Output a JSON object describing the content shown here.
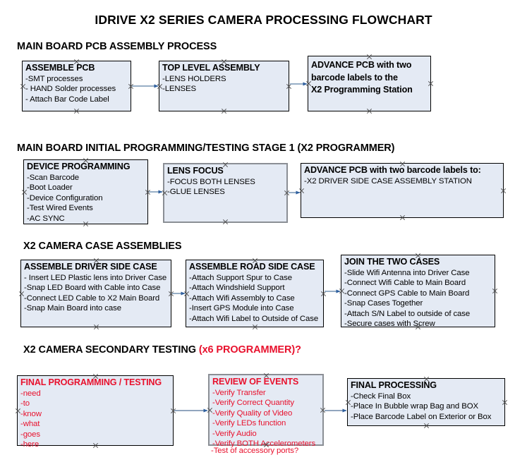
{
  "document": {
    "title": "IDRIVE X2  SERIES CAMERA PROCESSING FLOWCHART"
  },
  "colors": {
    "box_fill": "#e4eaf4",
    "box_border": "#000000",
    "box_border_gray": "#8b8f95",
    "accent_red": "#e8112d",
    "arrow_line": "#97aec6",
    "arrow_head": "#2e5f9e"
  },
  "sections": [
    {
      "id": "main-board-pcb-assembly",
      "header": "MAIN BOARD PCB ASSEMBLY PROCESS",
      "header_accent": "",
      "boxes": [
        {
          "id": "assemble-pcb",
          "title": "ASSEMBLE PCB",
          "title_lines": [
            "ASSEMBLE PCB"
          ],
          "lines": [
            "-SMT processes",
            "- HAND Solder processes",
            "- Attach Bar Code Label"
          ]
        },
        {
          "id": "top-level-assembly",
          "title": "TOP LEVEL ASSEMBLY",
          "title_lines": [
            "TOP LEVEL ASSEMBLY"
          ],
          "lines": [
            "-LENS HOLDERS",
            "-LENSES"
          ]
        },
        {
          "id": "advance-pcb-to-programming-station",
          "title": "ADVANCE PCB with two barcode labels to the X2 Programming Station",
          "title_lines": [
            "ADVANCE PCB with two",
            "barcode labels to the",
            " X2 Programming Station"
          ],
          "lines": []
        }
      ]
    },
    {
      "id": "main-board-initial-programming",
      "header": "MAIN BOARD INITIAL PROGRAMMING/TESTING STAGE 1 (X2 PROGRAMMER)",
      "header_accent": "",
      "boxes": [
        {
          "id": "device-programming",
          "title": "DEVICE PROGRAMMING",
          "title_lines": [
            "DEVICE PROGRAMMING"
          ],
          "lines": [
            "-Scan Barcode",
            "-Boot Loader",
            "-Device Configuration",
            "-Test Wired Events",
            "-AC SYNC"
          ]
        },
        {
          "id": "lens-focus",
          "title": "LENS FOCUS",
          "title_lines": [
            "LENS FOCUS"
          ],
          "lines": [
            "-FOCUS BOTH LENSES",
            "-GLUE LENSES"
          ]
        },
        {
          "id": "advance-pcb-to-driver-side-case",
          "title": "ADVANCE PCB with two barcode labels to:",
          "title_lines": [
            "ADVANCE PCB with two barcode labels to:"
          ],
          "lines": [
            "-X2 DRIVER  SIDE  CASE  ASSEMBLY STATION"
          ]
        }
      ]
    },
    {
      "id": "x2-camera-case-assemblies",
      "header": "X2 CAMERA CASE ASSEMBLIES",
      "header_accent": "",
      "boxes": [
        {
          "id": "assemble-driver-side-case",
          "title": "ASSEMBLE DRIVER SIDE CASE",
          "title_lines": [
            "ASSEMBLE DRIVER SIDE CASE"
          ],
          "lines": [
            "- Insert LED Plastic lens into Driver Case",
            "-Snap LED Board with Cable into Case",
            "-Connect LED Cable to X2 Main Board",
            "-Snap Main Board into case"
          ]
        },
        {
          "id": "assemble-road-side-case",
          "title": "ASSEMBLE ROAD SIDE CASE",
          "title_lines": [
            "ASSEMBLE ROAD SIDE CASE"
          ],
          "lines": [
            "-Attach Support Spur to Case",
            "-Attach Windshield Support",
            "-Attach Wifi Assembly to Case",
            "-Insert GPS Module into Case",
            "-Attach Wifi Label to Outside of Case"
          ]
        },
        {
          "id": "join-the-two-cases",
          "title": "JOIN THE TWO CASES",
          "title_lines": [
            "JOIN THE TWO CASES"
          ],
          "lines": [
            "-Slide Wifi Antenna into Driver Case",
            "-Connect Wifi Cable to Main Board",
            "-Connect GPS Cable to Main Board",
            "-Snap Cases Together",
            "-Attach S/N Label to outside of case",
            "-Secure cases with Screw"
          ]
        }
      ]
    },
    {
      "id": "x2-camera-secondary-testing",
      "header": "X2 CAMERA SECONDARY TESTING  ",
      "header_accent": "(x6 PROGRAMMER)?",
      "boxes": [
        {
          "id": "final-programming-testing",
          "title": "FINAL PROGRAMMING / TESTING",
          "title_lines": [
            "FINAL PROGRAMMING / TESTING"
          ],
          "lines": [
            "-need",
            "-to",
            "-know",
            "-what",
            "-goes",
            "-here"
          ]
        },
        {
          "id": "review-of-events",
          "title": "REVIEW OF EVENTS",
          "title_lines": [
            "REVIEW OF EVENTS"
          ],
          "lines": [
            "-Verify Transfer",
            "-Verify Correct Quantity",
            "-Verify Quality of Video",
            "-Verify LEDs function",
            "-Verify Audio",
            "-Verify BOTH Accelerometers"
          ],
          "overflow_line": "-Test of accessory ports?"
        },
        {
          "id": "final-processing",
          "title": "FINAL PROCESSING",
          "title_lines": [
            "FINAL PROCESSING"
          ],
          "lines": [
            " -Check Final Box",
            "-Place In Bubble wrap Bag and BOX",
            "-Place Barcode Label on Exterior or Box"
          ]
        }
      ]
    }
  ]
}
